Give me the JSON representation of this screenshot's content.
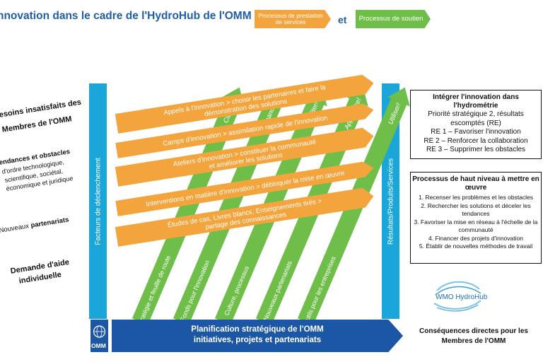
{
  "title": "nnovation dans le cadre de l'HydroHub de l'OMM",
  "legend": {
    "orange_label": "Processus de prestation de services",
    "and": "et",
    "green_label": "Processus de soutien",
    "orange_color": "#f4a43c",
    "green_color": "#6fbe4a"
  },
  "left_items": {
    "needs_line1": "esoins insatisfaits des",
    "needs_line2": "Membres de l'OMM",
    "trends_title": "endances et obstacles",
    "trends_line1": "d'ordre technologique,",
    "trends_line2": "scientifique, sociétal,",
    "trends_line3": "économique et juridique",
    "partners_prefix": "Nouveaux ",
    "partners_bold": "partenariats",
    "demand_line1": "Demande d'aide",
    "demand_line2": "individuelle"
  },
  "triggers_label": "Facteurs de déclenchement",
  "results_label": "Résultats/Produits/Services",
  "green_arrows": [
    {
      "top": "Cibler!",
      "bottom": "Stratégie et feuille de route"
    },
    {
      "top": "Financer!",
      "bottom": "Fonds pour l'innovation"
    },
    {
      "top": "Faciliter!",
      "bottom": "Culture, processus"
    },
    {
      "top": "Apprendre!",
      "bottom": "Nouveaux partenariats"
    },
    {
      "top": "Utiliser!",
      "bottom": "Outils pour les entreprises"
    }
  ],
  "orange_arrows": [
    {
      "line1": "Appels à l'innovation > choisir les partenaires et faire la",
      "line2": "démonstration des solutions"
    },
    {
      "line1": "Camps d'innovation > assimilation rapide de l'innovation",
      "line2": ""
    },
    {
      "line1": "Ateliers d'innovation > constituer la communauté",
      "line2": "et améliorer les solutions"
    },
    {
      "line1": "Interventions en matière d'innovation > débloquer la mise en œuvre",
      "line2": ""
    },
    {
      "line1": "Études de cas, Livres blancs, Enseignements tirés >",
      "line2": "partage des connaissances"
    }
  ],
  "right_box1": {
    "title": "Intégrer l'innovation dans l'hydrométrie",
    "line1": "Priorité stratégique 2, résultats escomptés (RE)",
    "re1": "RE 1 – Favoriser l'innovation",
    "re2": "RE 2 – Renforcer la collaboration",
    "re3": "RE 3 – Supprimer les obstacles"
  },
  "right_box2": {
    "title": "Processus de haut niveau à mettre en œuvre",
    "items": [
      "1. Recenser les problèmes et les obstacles",
      "2. Rechercher les solutions et déceler les tendances",
      "3. Favoriser la mise en réseau à l'échelle de la communauté",
      "4. Financer des projets d'innovation",
      "5. Établir de nouvelles méthodes de travail"
    ]
  },
  "hydrohub_logo": "WMO HydroHub",
  "wmo_logo": "OMM",
  "banner": {
    "line1": "Planification stratégique de l'OMM",
    "line2": "initiatives, projets et partenariats",
    "color": "#1b57a4"
  },
  "consequences": {
    "line1": "Conséquences directes pour les",
    "line2": "Membres de l'OMM"
  }
}
